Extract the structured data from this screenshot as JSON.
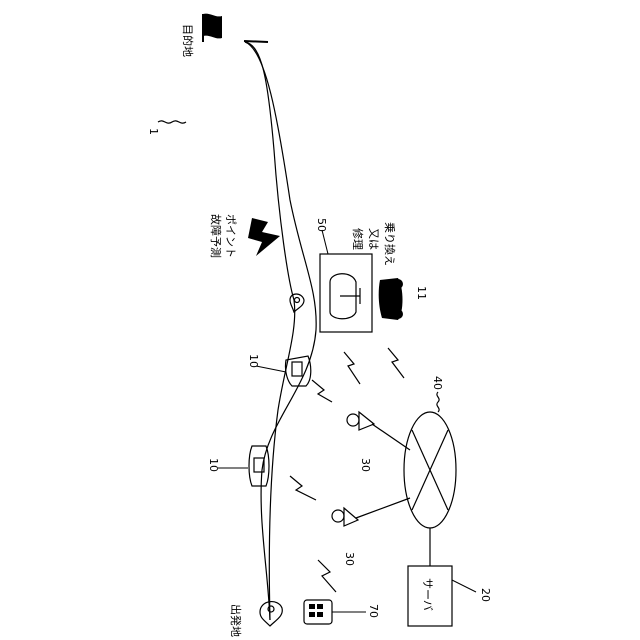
{
  "labels": {
    "destination": "目的地",
    "origin": "出発地",
    "system_ref": "1",
    "fault_line1": "故障予測",
    "fault_line2": "ポイント",
    "repair_line1": "修理",
    "repair_line2": "又は",
    "repair_line3": "乗り換え",
    "server": "サーバ",
    "ref_server": "20",
    "ref_base_lower": "30",
    "ref_base_upper": "30",
    "ref_network": "40",
    "ref_shop": "50",
    "ref_terminal": "70",
    "ref_vehicle_lower": "10",
    "ref_vehicle_upper": "10",
    "ref_replacement": "11"
  },
  "icons": [
    "flag-icon",
    "map-pin-icon",
    "lightning-icon",
    "car-icon",
    "antenna-icon",
    "smartphone-icon",
    "network-icon",
    "repair-shop-icon"
  ],
  "colors": {
    "ink": "#000000",
    "background": "#ffffff"
  }
}
